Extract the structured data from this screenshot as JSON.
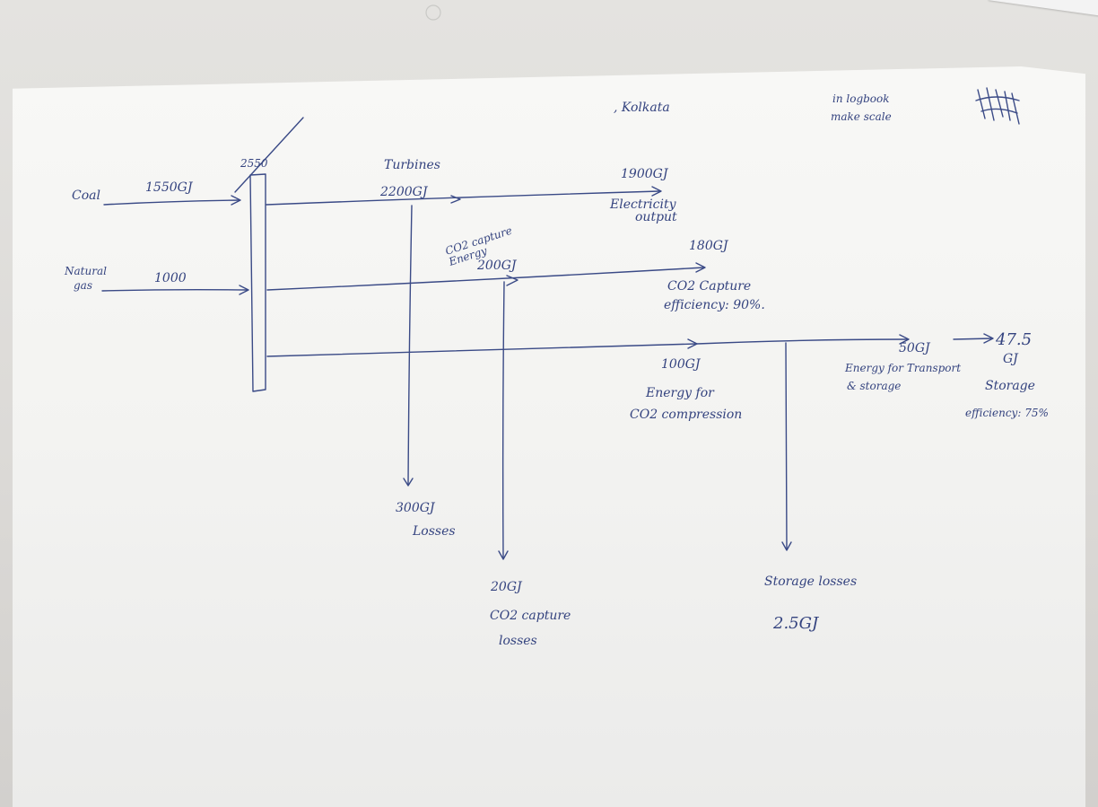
{
  "inputs": {
    "coal_label": "Coal",
    "coal_value": "1550GJ",
    "gas_label_line1": "Natural",
    "gas_label_line2": "gas",
    "gas_value": "1000",
    "total_value": "2550"
  },
  "turbines": {
    "label": "Turbines",
    "value": "2200GJ"
  },
  "electricity": {
    "value": "1900GJ",
    "label_line1": "Electricity",
    "label_line2": "output"
  },
  "co2_capture": {
    "energy_line1": "CO2 capture",
    "energy_line2": "Energy",
    "energy_value": "200GJ",
    "captured_value": "180GJ",
    "efficiency_line1": "CO2 Capture",
    "efficiency_line2": "efficiency: 90%."
  },
  "compression": {
    "value": "100GJ",
    "label_line1": "Energy for",
    "label_line2": "CO2 compression"
  },
  "transport": {
    "value": "50GJ",
    "label_line1": "Energy for Transport",
    "label_line2": "& storage"
  },
  "storage_out": {
    "value_line1": "47.5",
    "value_line2": "GJ",
    "label": "Storage",
    "efficiency": "efficiency: 75%"
  },
  "losses": {
    "turbine_value": "300GJ",
    "turbine_label": "Losses",
    "capture_value": "20GJ",
    "capture_label_line1": "CO2 capture",
    "capture_label_line2": "losses",
    "storage_label": "Storage losses",
    "storage_value": "2.5GJ"
  },
  "notes": {
    "kolkata": ", Kolkata",
    "logscale_line1": "in logbook",
    "logscale_line2": "make scale"
  }
}
